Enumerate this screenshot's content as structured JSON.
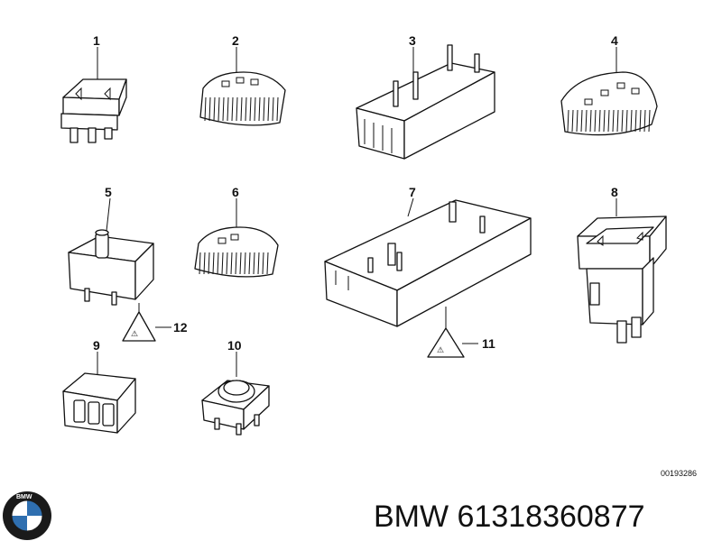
{
  "callouts": [
    "1",
    "2",
    "3",
    "4",
    "5",
    "6",
    "7",
    "8",
    "9",
    "10",
    "11",
    "12"
  ],
  "diagram_ref": "00193286",
  "brand_text": "BMW 61318360877",
  "logo": {
    "letters": "BMW",
    "colors": {
      "blue": "#2f6fb0",
      "ring": "#1a1a1a",
      "white": "#ffffff"
    }
  },
  "icons": [
    "switch-icon",
    "warning-triangle-icon",
    "bmw-logo"
  ]
}
